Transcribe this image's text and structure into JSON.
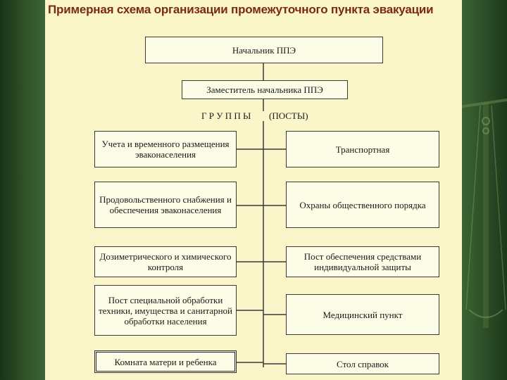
{
  "title": "Примерная схема организации промежуточного пункта эвакуации",
  "chief": "Начальник ППЭ",
  "deputy": "Заместитель начальника ППЭ",
  "groups_label": "Г Р У П П Ы",
  "posts_label": "(ПОСТЫ)",
  "left_groups": [
    "Учета и временного размещения эваконаселения",
    "Продовольственного снабжения и обеспечения эваконаселения",
    "Дозиметрического и химического контроля",
    "Пост специальной обработки техники, имущества и санитарной обработки населения",
    "Комната матери и ребенка"
  ],
  "right_groups": [
    "Транспортная",
    "Охраны общественного порядка",
    "Пост обеспечения средствами индивидуальной защиты",
    "Медицинский пункт",
    "Стол справок"
  ],
  "colors": {
    "title": "#7a2a14",
    "slide_background": "#fbf6c9",
    "frame_green": "#2f5229",
    "line": "#3a3a3a"
  },
  "decoration_icons": [
    "scales-icon"
  ]
}
